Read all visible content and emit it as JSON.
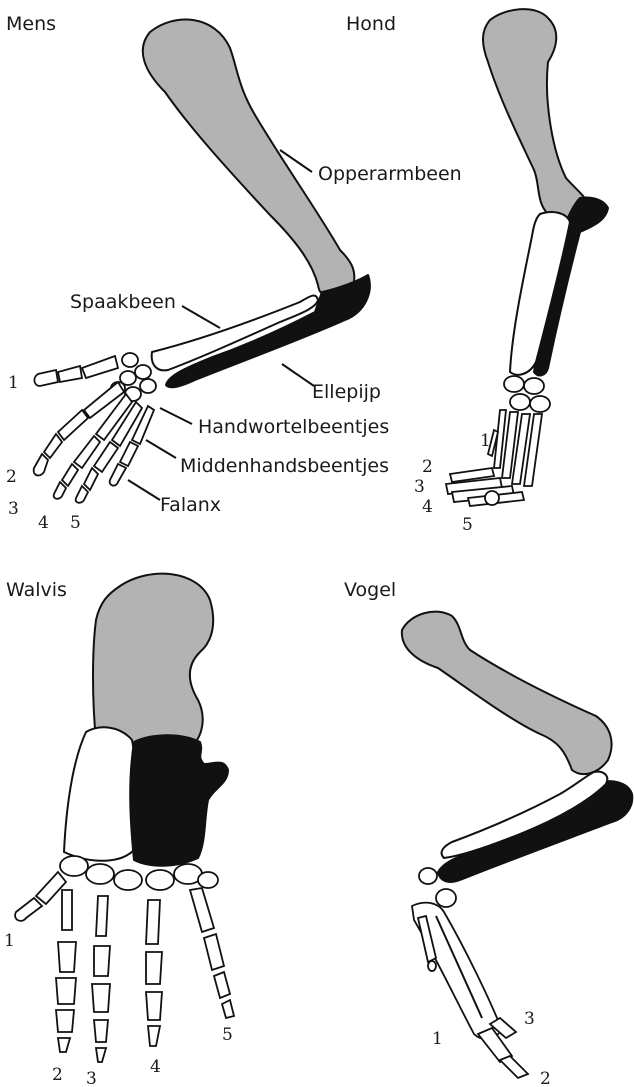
{
  "panels": {
    "human": {
      "title": "Mens",
      "labels": {
        "humerus": "Opperarmbeen",
        "radius": "Spaakbeen",
        "ulna": "Ellepijp",
        "carpals": "Handwortelbeentjes",
        "metacarpals": "Middenhandsbeentjes",
        "phalanx": "Falanx"
      },
      "digits": [
        "1",
        "2",
        "3",
        "4",
        "5"
      ]
    },
    "dog": {
      "title": "Hond",
      "digits": [
        "1",
        "2",
        "3",
        "4",
        "5"
      ]
    },
    "whale": {
      "title": "Walvis",
      "digits": [
        "1",
        "2",
        "3",
        "4",
        "5"
      ]
    },
    "bird": {
      "title": "Vogel",
      "digits": [
        "1",
        "2",
        "3"
      ]
    }
  },
  "colors": {
    "humerus": "#b3b3b3",
    "radius": "#ffffff",
    "ulna": "#111111",
    "outline": "#111111"
  }
}
